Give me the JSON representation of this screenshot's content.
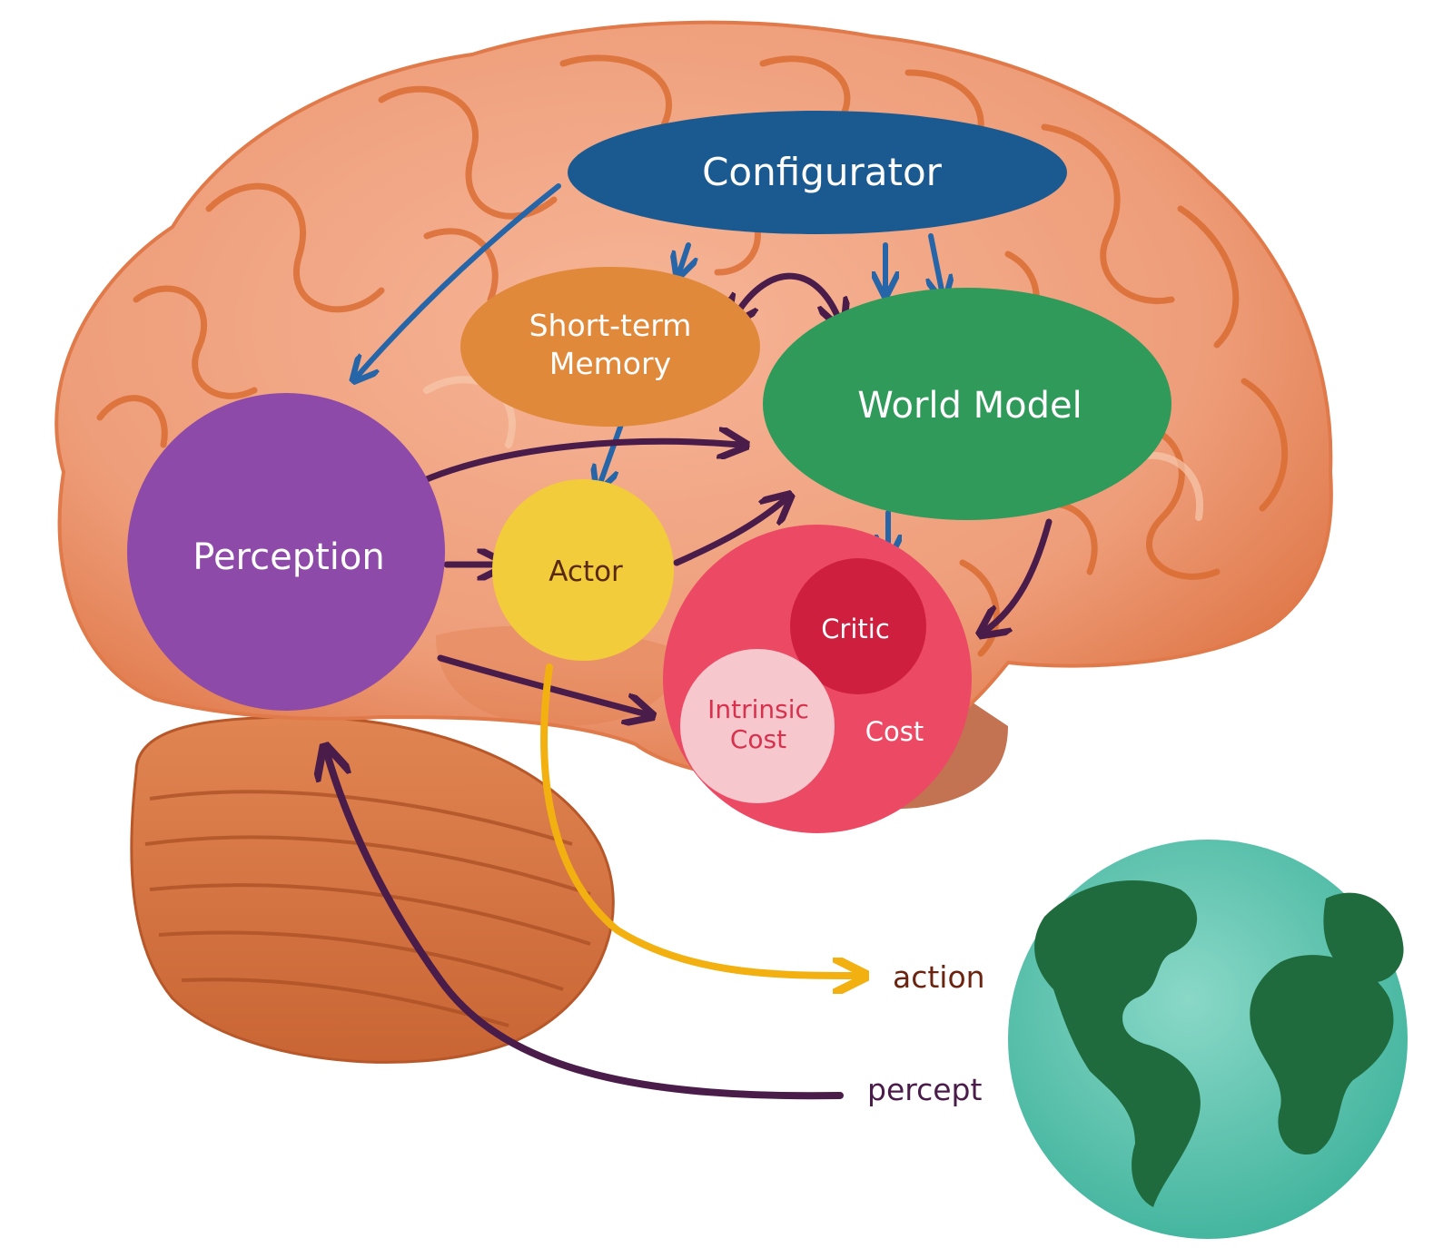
{
  "modules": {
    "configurator": "Configurator",
    "short_term_memory": [
      "Short-term",
      "Memory"
    ],
    "world_model": "World Model",
    "perception": "Perception",
    "actor": "Actor",
    "critic": "Critic",
    "intrinsic_cost": [
      "Intrinsic",
      "Cost"
    ],
    "cost": "Cost"
  },
  "io": {
    "action": "action",
    "percept": "percept"
  },
  "colors": {
    "configurator": "#1b5a91",
    "short_term_memory": "#e0893a",
    "world_model": "#2f9a5a",
    "perception": "#8e4aa8",
    "actor": "#f2cc3a",
    "cost": "#ec4a64",
    "critic": "#cf1f3e",
    "intrinsic_cost": "#f6c8cd",
    "brain": "#f0a582",
    "brain_folds": "#d96a2f",
    "cerebellum": "#d97a45",
    "earth_ocean": "#5cc6b0",
    "earth_land": "#1f6b3e",
    "arrow_blue": "#2565a8",
    "arrow_purple": "#4a1c4a",
    "arrow_yellow": "#f2b111",
    "action_text": "#6b2410",
    "percept_text": "#4a1c4a"
  },
  "icons": {
    "brain": "brain-illustration",
    "earth": "earth-globe-icon"
  }
}
